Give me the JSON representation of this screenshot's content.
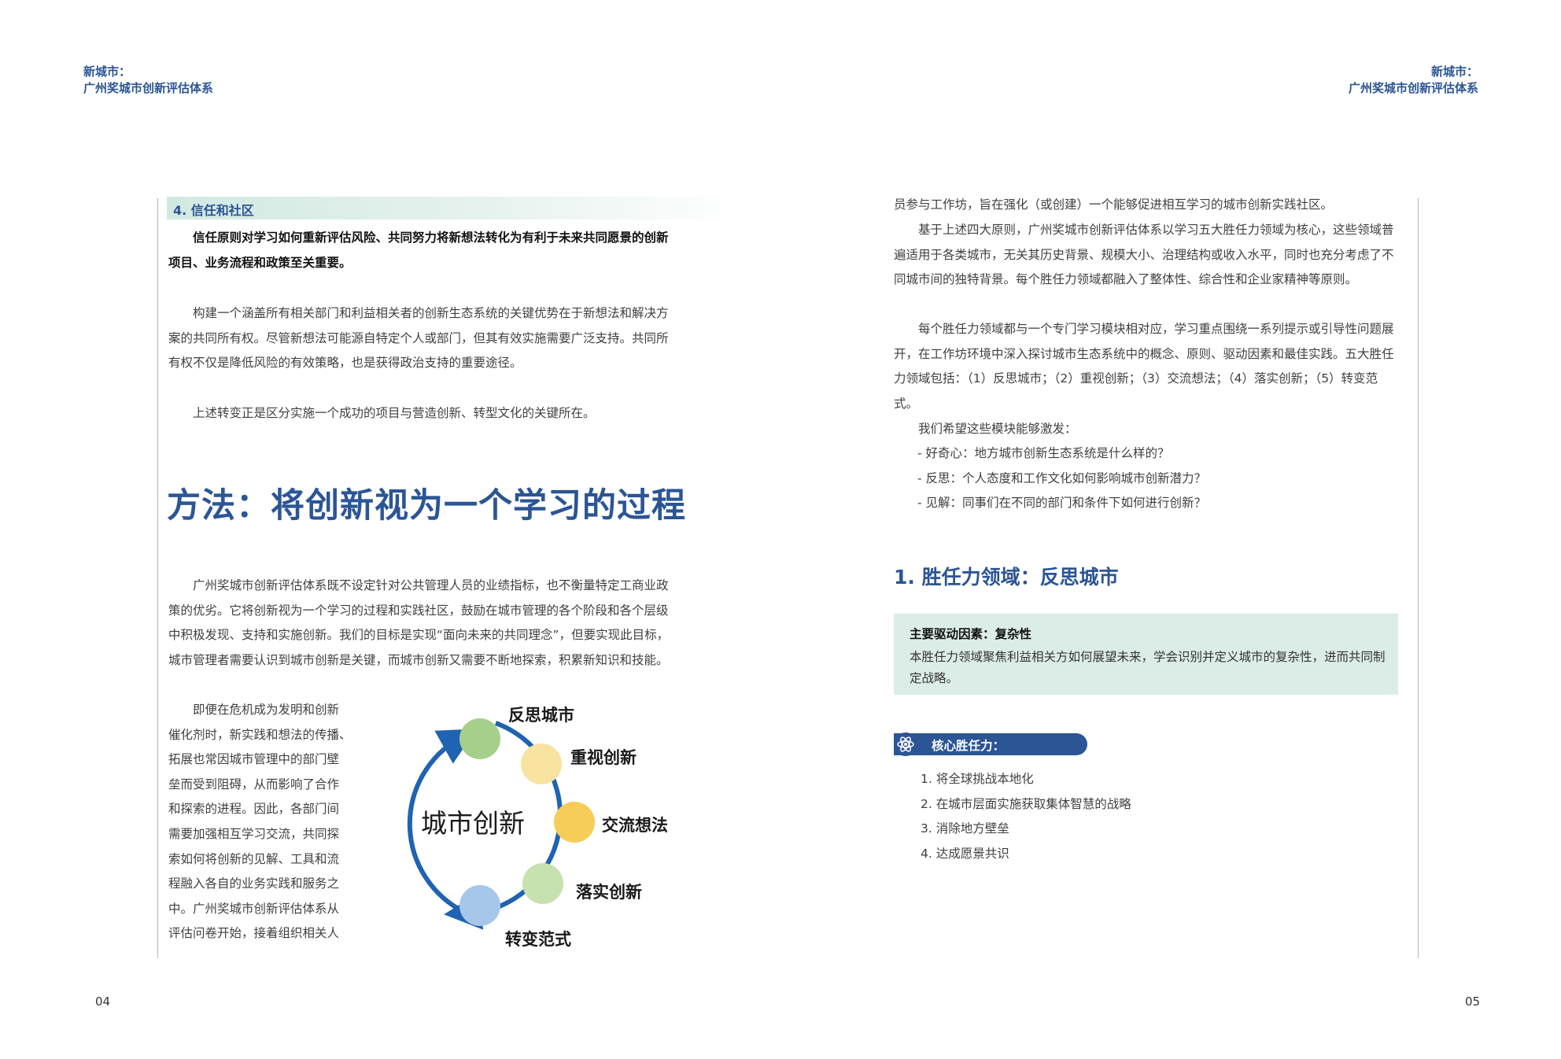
{
  "header": {
    "left_line1": "新城市：",
    "left_line2": "广州奖城市创新评估体系",
    "right_line1": "新城市：",
    "right_line2": "广州奖城市创新评估体系"
  },
  "page_numbers": {
    "left": "04",
    "right": "05"
  },
  "left_page": {
    "section_heading": "4. 信任和社区",
    "bold_paragraph": "信任原则对学习如何重新评估风险、共同努力将新想法转化为有利于未来共同愿景的创新项目、业务流程和政策至关重要。",
    "paragraph1": "构建一个涵盖所有相关部门和利益相关者的创新生态系统的关键优势在于新想法和解决方案的共同所有权。尽管新想法可能源自特定个人或部门，但其有效实施需要广泛支持。共同所有权不仅是降低风险的有效策略，也是获得政治支持的重要途径。",
    "paragraph2": "上述转变正是区分实施一个成功的项目与营造创新、转型文化的关键所在。",
    "title": "方法：将创新视为一个学习的过程",
    "paragraph3": "广州奖城市创新评估体系既不设定针对公共管理人员的业绩指标，也不衡量特定工商业政策的优劣。它将创新视为一个学习的过程和实践社区，鼓励在城市管理的各个阶段和各个层级中积极发现、支持和实施创新。我们的目标是实现“面向未来的共同理念”，但要实现此目标，城市管理者需要认识到城市创新是关键，而城市创新又需要不断地探索，积累新知识和技能。",
    "paragraph4_lines": [
      "即便在危机成为发明和创新",
      "催化剂时，新实践和想法的传播、",
      "拓展也常因城市管理中的部门壁",
      "垒而受到阻碍，从而影响了合作",
      "和探索的进程。因此，各部门间",
      "需要加强相互学习交流，共同探",
      "索如何将创新的见解、工具和流",
      "程融入各自的业务实践和服务之",
      "中。广州奖城市创新评估体系从",
      "评估问卷开始，接着组织相关人"
    ]
  },
  "diagram": {
    "center_label": "城市创新",
    "nodes": [
      {
        "label": "反思城市",
        "color": "#a7cf8c"
      },
      {
        "label": "重视创新",
        "color": "#f9e3a0"
      },
      {
        "label": "交流想法",
        "color": "#f6cd58"
      },
      {
        "label": "落实创新",
        "color": "#c7e1b0"
      },
      {
        "label": "转变范式",
        "color": "#a6c7e9"
      }
    ],
    "arrow_color": "#1f63b2"
  },
  "right_page": {
    "continuation": "员参与工作坊，旨在强化（或创建）一个能够促进相互学习的城市创新实践社区。",
    "paragraph1": "基于上述四大原则，广州奖城市创新评估体系以学习五大胜任力领域为核心，这些领域普遍适用于各类城市，无关其历史背景、规模大小、治理结构或收入水平，同时也充分考虑了不同城市间的独特背景。每个胜任力领域都融入了整体性、综合性和企业家精神等原则。",
    "paragraph2": "每个胜任力领域都与一个专门学习模块相对应，学习重点围绕一系列提示或引导性问题展开，在工作坊环境中深入探讨城市生态系统中的概念、原则、驱动因素和最佳实践。五大胜任力领域包括：（1）反思城市；（2）重视创新；（3）交流想法；（4）落实创新；（5）转变范式。",
    "paragraph3": "我们希望这些模块能够激发：",
    "bullets": [
      "- 好奇心：地方城市创新生态系统是什么样的？",
      "- 反思：个人态度和工作文化如何影响城市创新潜力？",
      "- 见解：同事们在不同的部门和条件下如何进行创新？"
    ],
    "section_title": "1. 胜任力领域：反思城市",
    "callout_title": "主要驱动因素：复杂性",
    "callout_body": "本胜任力领域聚焦利益相关方如何展望未来，学会识别并定义城市的复杂性，进而共同制定战略。",
    "core_label": "核心胜任力：",
    "core_icon": "atom-icon",
    "core_list": [
      "1. 将全球挑战本地化",
      "2. 在城市层面实施获取集体智慧的战略",
      "3. 消除地方壁垒",
      "4. 达成愿景共识"
    ]
  },
  "colors": {
    "brand_blue": "#2b5595",
    "callout_bg": "#dcede7",
    "section_band": "#d2e9e2"
  }
}
